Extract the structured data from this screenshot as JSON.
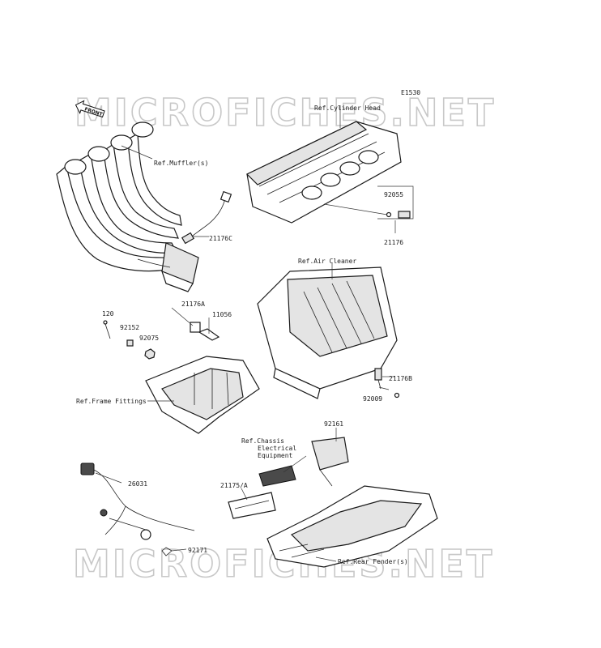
{
  "diagram_code": "E1530",
  "watermark": "MICROFICHES.NET",
  "front_marker": "FRONT",
  "labels": {
    "ref_cylinder_head": "Ref.Cylinder Head",
    "ref_mufflers": "Ref.Muffler(s)",
    "ref_air_cleaner": "Ref.Air Cleaner",
    "ref_frame_fittings": "Ref.Frame Fittings",
    "ref_chassis_line1": "Ref.Chassis",
    "ref_chassis_line2": "Electrical",
    "ref_chassis_line3": "Equipment",
    "ref_rear_fenders": "Ref.Rear Fender(s)"
  },
  "parts": {
    "p92055": "92055",
    "p21176": "21176",
    "p21176C": "21176C",
    "p21176A": "21176A",
    "p11056": "11056",
    "p120": "120",
    "p92152": "92152",
    "p92075": "92075",
    "p21176B": "21176B",
    "p92009": "92009",
    "p92161": "92161",
    "p26031": "26031",
    "p21175A": "21175/A",
    "p92171": "92171"
  }
}
